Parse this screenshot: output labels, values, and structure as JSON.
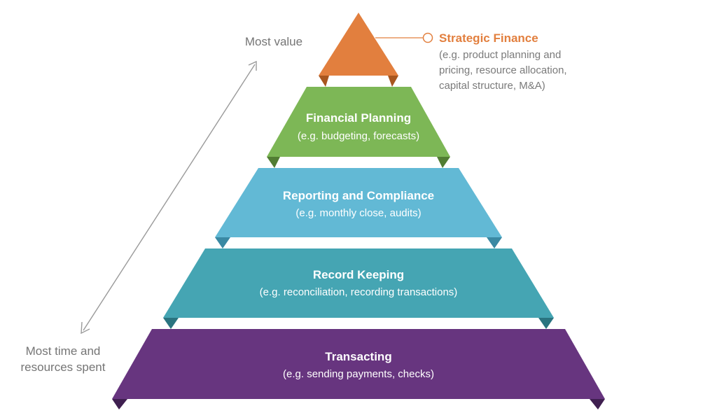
{
  "pyramid": {
    "tiers": [
      {
        "title": "Strategic Finance",
        "desc": "",
        "color": "#E27F3E",
        "fold_color": "#A8561F"
      },
      {
        "title": "Financial Planning",
        "desc": "(e.g. budgeting, forecasts)",
        "color": "#7DB756",
        "fold_color": "#517D33"
      },
      {
        "title": "Reporting and Compliance",
        "desc": "(e.g. monthly close, audits)",
        "color": "#62B9D5",
        "fold_color": "#3A89A3"
      },
      {
        "title": "Record Keeping",
        "desc": "(e.g. reconciliation, recording transactions)",
        "color": "#45A5B3",
        "fold_color": "#2A7480"
      },
      {
        "title": "Transacting",
        "desc": "(e.g. sending payments, checks)",
        "color": "#67357F",
        "fold_color": "#3F1F50"
      }
    ]
  },
  "callout": {
    "title": "Strategic Finance",
    "lines": [
      "(e.g. product planning and",
      "pricing, resource allocation,",
      "capital structure, M&A)"
    ],
    "color": "#E27F3E"
  },
  "axis": {
    "top_label": "Most value",
    "bottom_label_lines": [
      "Most time and",
      "resources spent"
    ],
    "color": "#9a9a9a"
  }
}
